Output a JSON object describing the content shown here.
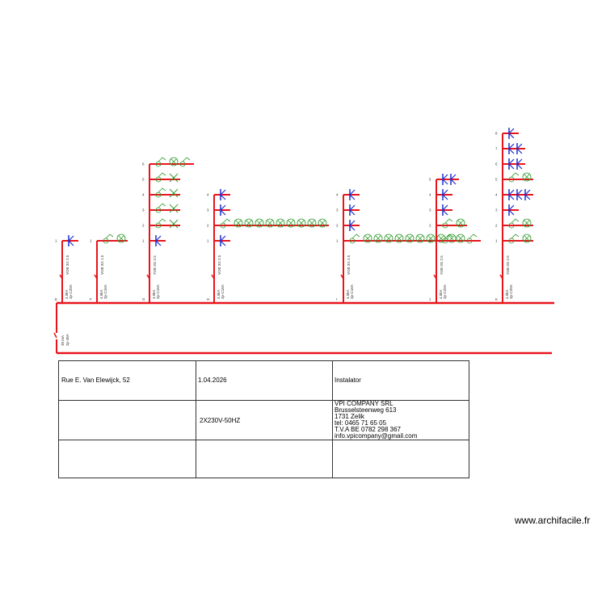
{
  "colors": {
    "bus": "#e8141c",
    "socket": "#1a2fd0",
    "lighting": "#2a9a2a"
  },
  "main": {
    "differential": "30 mA",
    "differential_rating": "2p-40A"
  },
  "circuits": [
    {
      "id": "E",
      "cable": "VOB 3G 2.5",
      "breaker_ka": "4.5kA",
      "breaker": "2p-C20A",
      "branches": [
        {
          "n": "1",
          "items": [
            "socket"
          ]
        }
      ]
    },
    {
      "id": "F",
      "cable": "VOB 3G 1.5",
      "breaker_ka": "4.5kA",
      "breaker": "2p-C16A",
      "branches": [
        {
          "n": "1",
          "items": [
            "switch",
            "lamp"
          ]
        }
      ]
    },
    {
      "id": "G",
      "cable": "XVB 3G 2.5",
      "breaker_ka": "4.5kA",
      "breaker": "2p-C16A",
      "branches": [
        {
          "n": "1",
          "items": [
            "socket"
          ]
        },
        {
          "n": "2",
          "items": [
            "switch",
            "walllamp"
          ]
        },
        {
          "n": "3",
          "items": [
            "switch",
            "walllamp"
          ]
        },
        {
          "n": "4",
          "items": [
            "switch",
            "walllamp"
          ]
        },
        {
          "n": "5",
          "items": [
            "switch",
            "walllamp"
          ]
        },
        {
          "n": "6",
          "items": [
            "switch",
            "lamp",
            "switch"
          ]
        }
      ]
    },
    {
      "id": "H",
      "cable": "VOB 3G 2.5",
      "breaker_ka": "4.5kA",
      "breaker": "2p-C16A",
      "branches": [
        {
          "n": "1",
          "items": [
            "socket"
          ]
        },
        {
          "n": "2",
          "items": [
            "switch",
            "lamp",
            "lamp",
            "lamp",
            "lamp",
            "lamp",
            "lamp",
            "lamp",
            "lamp",
            "lamp"
          ]
        },
        {
          "n": "3",
          "items": [
            "socket"
          ]
        },
        {
          "n": "4",
          "items": [
            "socket"
          ]
        }
      ]
    },
    {
      "id": "I",
      "cable": "VOB 3G 2.5",
      "breaker_ka": "4.5kA",
      "breaker": "2p-C16A",
      "branches": [
        {
          "n": "1",
          "items": [
            "switch",
            "lamp",
            "lamp",
            "lamp",
            "lamp",
            "lamp",
            "lamp",
            "lamp",
            "lamp",
            "lamp"
          ]
        },
        {
          "n": "2",
          "items": [
            "socket"
          ]
        },
        {
          "n": "3",
          "items": [
            "socket"
          ]
        },
        {
          "n": "4",
          "items": [
            "socket"
          ]
        }
      ]
    },
    {
      "id": "J",
      "cable": "XVB 3G 2.5",
      "breaker_ka": "4.5kA",
      "breaker": "2p-C20A",
      "branches": [
        {
          "n": "1",
          "items": [
            "switch",
            "lamp",
            "switch"
          ]
        },
        {
          "n": "2",
          "items": [
            "switch",
            "lamp"
          ]
        },
        {
          "n": "3",
          "items": [
            "socket"
          ]
        },
        {
          "n": "4",
          "items": [
            "socket"
          ]
        },
        {
          "n": "5",
          "items": [
            "socket",
            "socket"
          ]
        }
      ]
    },
    {
      "id": "K",
      "cable": "XVB 3G 2.5",
      "breaker_ka": "4.5kA",
      "breaker": "2p-C20A",
      "branches": [
        {
          "n": "1",
          "items": [
            "switch",
            "lamp"
          ]
        },
        {
          "n": "2",
          "items": [
            "switch",
            "lamp"
          ]
        },
        {
          "n": "3",
          "items": [
            "socket"
          ]
        },
        {
          "n": "4",
          "items": [
            "socket",
            "socket",
            "socket"
          ]
        },
        {
          "n": "5",
          "items": [
            "switch",
            "lamp"
          ]
        },
        {
          "n": "6",
          "items": [
            "socket",
            "socket"
          ]
        },
        {
          "n": "7",
          "items": [
            "socket",
            "socket"
          ]
        },
        {
          "n": "8",
          "items": [
            "socket"
          ]
        }
      ]
    }
  ],
  "title_block": {
    "address": "Rue E. Van Elewijck, 52",
    "date": "1.04.2026",
    "role": "Instalator",
    "supply": "2X230V-50HZ",
    "company": [
      "VPI COMPANY SRL",
      "Brusselsteenweg 613",
      "1731 Zelik",
      "tel: 0465 71 65 05",
      "T.V.A BE 0782 298 367",
      "info.vpicompany@gmail.com"
    ]
  },
  "watermark": "www.archifacile.fr"
}
